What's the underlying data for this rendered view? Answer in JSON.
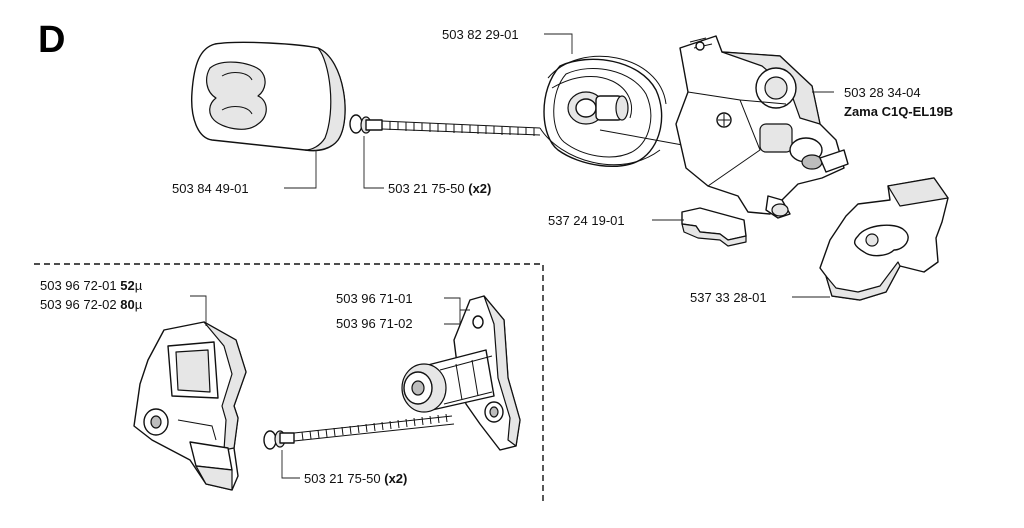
{
  "section": {
    "letter": "D"
  },
  "parts": {
    "filter_housing": {
      "number": "503 84 49-01"
    },
    "screw_top": {
      "number": "503 21 75-50",
      "qty": "(x2)"
    },
    "wire_bracket": {
      "number": "503 82 29-01"
    },
    "carburetor": {
      "number": "503 28 34-04",
      "model": "Zama C1Q-EL19B"
    },
    "spacer_block": {
      "number": "537 24 19-01"
    },
    "gasket": {
      "number": "537 33 28-01"
    },
    "cover_52": {
      "number": "503 96 72-01",
      "micron_value": "52",
      "micron_unit": "µ"
    },
    "cover_80": {
      "number": "503 96 72-02",
      "micron_value": "80",
      "micron_unit": "µ"
    },
    "filter_base_1": {
      "number": "503 96 71-01"
    },
    "filter_base_2": {
      "number": "503 96 71-02"
    },
    "screw_bottom": {
      "number": "503 21 75-50",
      "qty": "(x2)"
    }
  }
}
